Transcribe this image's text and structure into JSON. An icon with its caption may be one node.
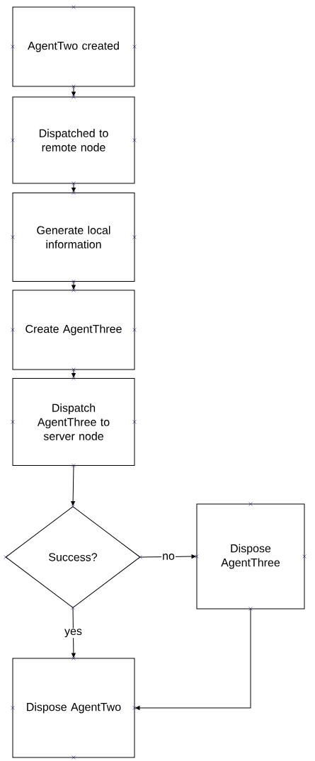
{
  "diagram": {
    "nodes": [
      {
        "text": [
          "AgentTwo created"
        ]
      },
      {
        "text": [
          "Dispatched to remote node"
        ]
      },
      {
        "text": [
          "Generate local information"
        ]
      },
      {
        "text": [
          "Create AgentThree"
        ]
      },
      {
        "text": [
          "Dispatch AgentThree to server node"
        ]
      },
      {
        "text": [
          "Success?"
        ]
      },
      {
        "text": [
          "Dispose AgentThree"
        ]
      },
      {
        "text": [
          "Dispose AgentTwo"
        ]
      }
    ],
    "edges": [
      {
        "from": 0,
        "to": 1,
        "arrow": "to"
      },
      {
        "from": 1,
        "to": 2,
        "arrow": "to"
      },
      {
        "from": 2,
        "to": 3,
        "arrow": "to"
      },
      {
        "from": 3,
        "to": 4,
        "arrow": "to"
      },
      {
        "from": 4,
        "to": 5,
        "arrow": "to"
      },
      {
        "from": 5,
        "to": 6,
        "arrow": "to",
        "label": "no"
      },
      {
        "from": 5,
        "to": 7,
        "arrow": "to",
        "label": "yes"
      },
      {
        "from": 6,
        "to": 7,
        "arrow": "to"
      }
    ]
  }
}
